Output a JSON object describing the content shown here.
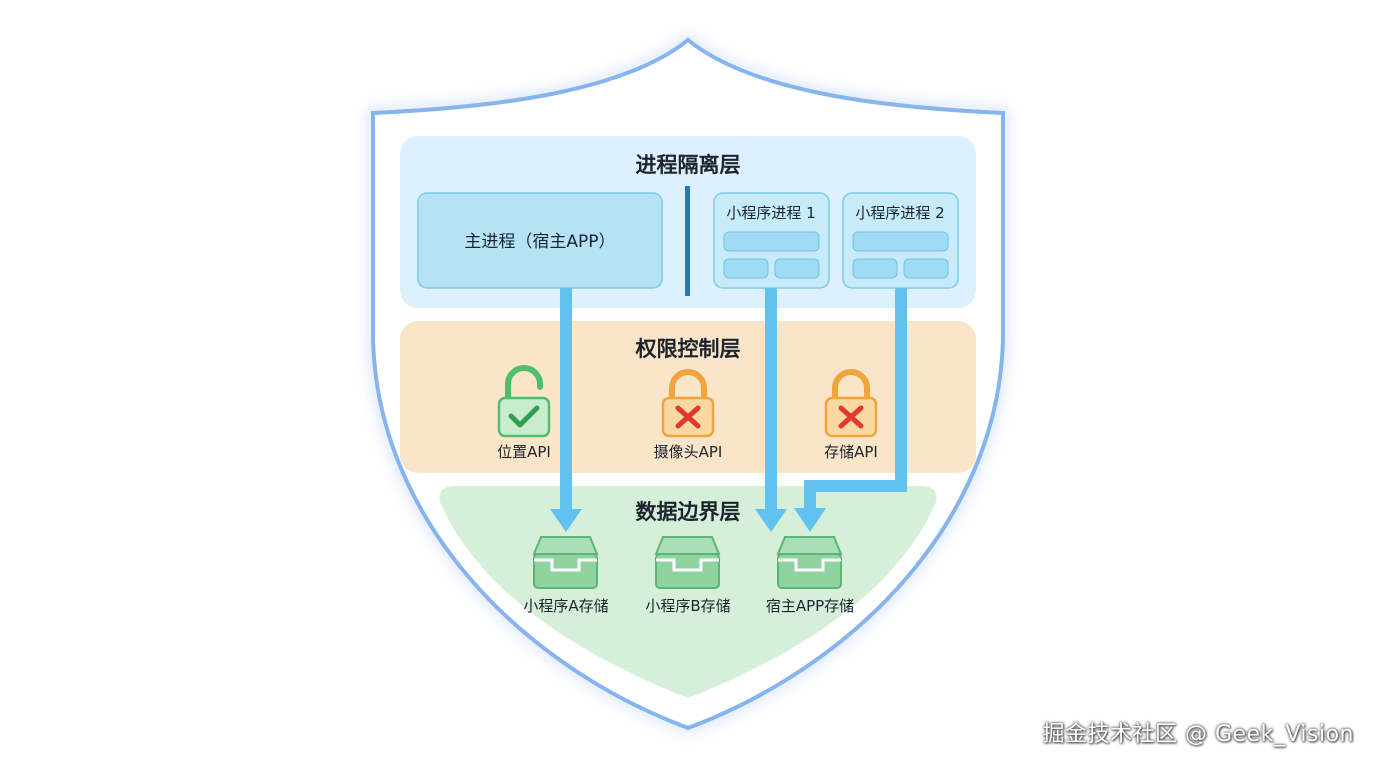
{
  "layers": {
    "process": {
      "title": "进程隔离层",
      "main_process": "主进程（宿主APP）",
      "mini_process_1": "小程序进程 1",
      "mini_process_2": "小程序进程 2"
    },
    "permission": {
      "title": "权限控制层",
      "apis": [
        {
          "label": "位置API",
          "state": "unlocked-allowed"
        },
        {
          "label": "摄像头API",
          "state": "locked-denied"
        },
        {
          "label": "存储API",
          "state": "locked-denied"
        }
      ]
    },
    "data": {
      "title": "数据边界层",
      "storages": [
        {
          "label": "小程序A存储"
        },
        {
          "label": "小程序B存储"
        },
        {
          "label": "宿主APP存储"
        }
      ]
    }
  },
  "colors": {
    "shield_outline": "#86b4ee",
    "process_bg": "#dcf1fb",
    "process_box": "#b5e3f6",
    "permission_bg": "#fbe5c8",
    "data_bg": "#d6efd9",
    "arrow": "#62c2ef",
    "lock_allowed": "#4fbf6b",
    "lock_denied": "#f0a43c",
    "cross": "#e03a2f",
    "storage_icon": "#72c68a"
  },
  "watermark": "掘金技术社区 @ Geek_Vision"
}
